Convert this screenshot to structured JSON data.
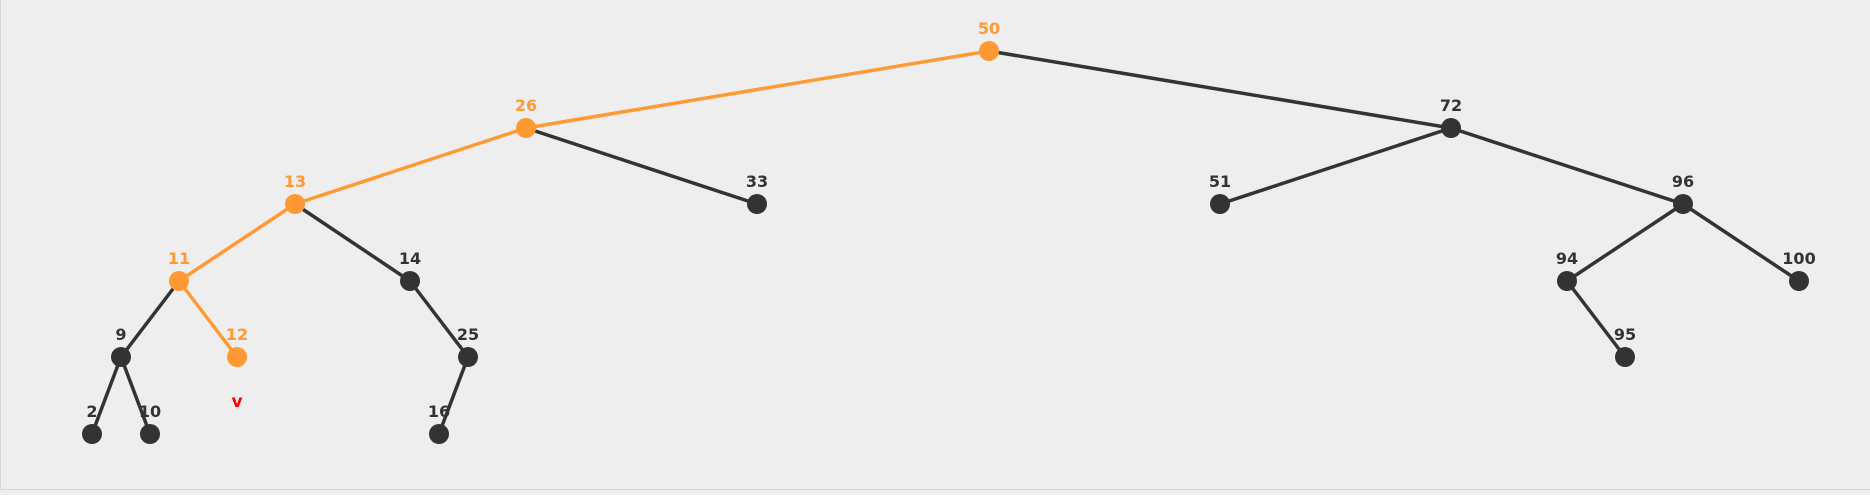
{
  "tree": {
    "nodes": [
      {
        "id": "n50",
        "label": "50",
        "highlighted": true
      },
      {
        "id": "n26",
        "label": "26",
        "highlighted": true
      },
      {
        "id": "n72",
        "label": "72",
        "highlighted": false
      },
      {
        "id": "n13",
        "label": "13",
        "highlighted": true
      },
      {
        "id": "n33",
        "label": "33",
        "highlighted": false
      },
      {
        "id": "n51",
        "label": "51",
        "highlighted": false
      },
      {
        "id": "n96",
        "label": "96",
        "highlighted": false
      },
      {
        "id": "n11",
        "label": "11",
        "highlighted": true
      },
      {
        "id": "n14",
        "label": "14",
        "highlighted": false
      },
      {
        "id": "n94",
        "label": "94",
        "highlighted": false
      },
      {
        "id": "n100",
        "label": "100",
        "highlighted": false
      },
      {
        "id": "n9",
        "label": "9",
        "highlighted": false
      },
      {
        "id": "n12",
        "label": "12",
        "highlighted": true
      },
      {
        "id": "n25",
        "label": "25",
        "highlighted": false
      },
      {
        "id": "n95",
        "label": "95",
        "highlighted": false
      },
      {
        "id": "n2",
        "label": "2",
        "highlighted": false
      },
      {
        "id": "n10",
        "label": "10",
        "highlighted": false
      },
      {
        "id": "n16",
        "label": "16",
        "highlighted": false
      }
    ],
    "edges": [
      {
        "from": "n50",
        "to": "n26",
        "highlighted": true
      },
      {
        "from": "n50",
        "to": "n72",
        "highlighted": false
      },
      {
        "from": "n26",
        "to": "n13",
        "highlighted": true
      },
      {
        "from": "n26",
        "to": "n33",
        "highlighted": false
      },
      {
        "from": "n72",
        "to": "n51",
        "highlighted": false
      },
      {
        "from": "n72",
        "to": "n96",
        "highlighted": false
      },
      {
        "from": "n13",
        "to": "n11",
        "highlighted": true
      },
      {
        "from": "n13",
        "to": "n14",
        "highlighted": false
      },
      {
        "from": "n96",
        "to": "n94",
        "highlighted": false
      },
      {
        "from": "n96",
        "to": "n100",
        "highlighted": false
      },
      {
        "from": "n11",
        "to": "n9",
        "highlighted": false
      },
      {
        "from": "n11",
        "to": "n12",
        "highlighted": true
      },
      {
        "from": "n14",
        "to": "n25",
        "highlighted": false
      },
      {
        "from": "n94",
        "to": "n95",
        "highlighted": false
      },
      {
        "from": "n9",
        "to": "n2",
        "highlighted": false
      },
      {
        "from": "n9",
        "to": "n10",
        "highlighted": false
      },
      {
        "from": "n25",
        "to": "n16",
        "highlighted": false
      }
    ],
    "marker": {
      "label": "v",
      "node": "n12"
    }
  },
  "colors": {
    "background": "#eeeeee",
    "highlight": "#ff9933",
    "normal": "#333333",
    "marker": "#ff0000"
  }
}
